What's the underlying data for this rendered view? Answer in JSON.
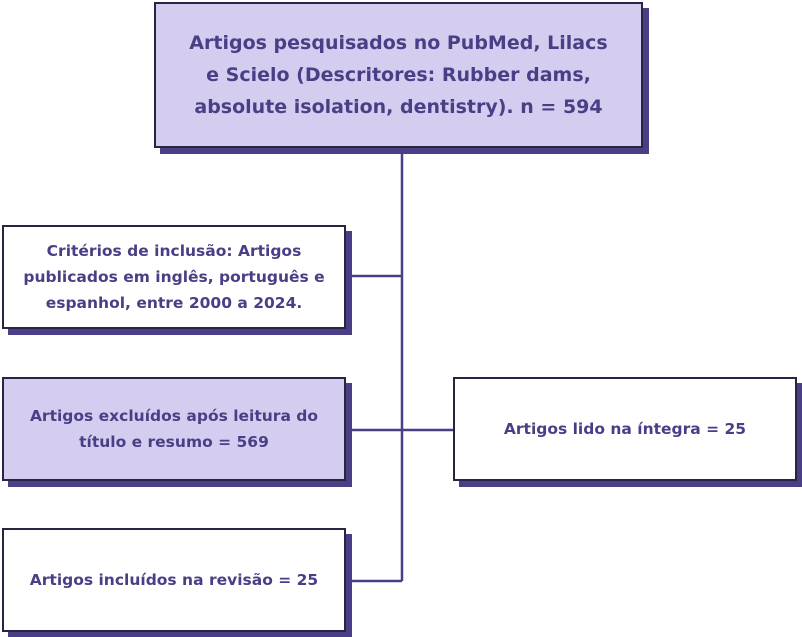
{
  "diagram": {
    "top_box": "Artigos pesquisados no PubMed, Lilacs e Scielo (Descritores: Rubber dams, absolute isolation, dentistry). n = 594",
    "criteria_box": "Critérios de inclusão: Artigos publicados em inglês, português e espanhol, entre 2000 a 2024.",
    "excluded_box": "Artigos excluídos após leitura do título e resumo = 569",
    "read_box": "Artigos lido na íntegra = 25",
    "included_box": "Artigos incluídos na revisão = 25"
  },
  "colors": {
    "box_fill_purple": "#d4cdef",
    "box_fill_white": "#ffffff",
    "text": "#4a3f86",
    "connector": "#4a3f86",
    "shadow": "#4a3f86"
  }
}
